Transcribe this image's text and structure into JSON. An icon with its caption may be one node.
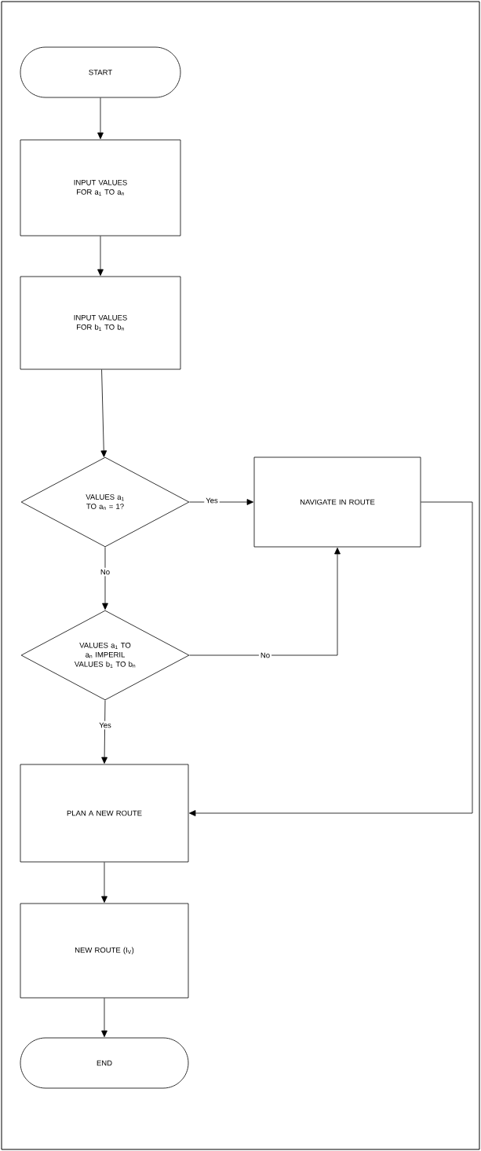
{
  "diagram": {
    "nodes": [
      {
        "text": [
          "START"
        ]
      },
      {
        "text": [
          "INPUT VALUES FOR a$_{1}$ TO a$_{n}$"
        ]
      },
      {
        "text": [
          "INPUT VALUES FOR b$_{1}$ TO b$_{n}$"
        ]
      },
      {
        "text": [
          "VALUES a$_{1}$ TO a$_{n}$ = 1?"
        ]
      },
      {
        "text": [
          "NAVIGATE IN ROUTE"
        ]
      },
      {
        "text": [
          "VALUES a$_{1}$ TO a$_{n}$ IMPERIL VALUES b$_{1}$ TO b$_{n}$"
        ]
      },
      {
        "text": [
          "PLAN A NEW ROUTE"
        ]
      },
      {
        "text": [
          "NEW ROUTE (I$_{V}$)"
        ]
      },
      {
        "text": [
          "END"
        ]
      }
    ],
    "edges": [
      {
        "from": 0,
        "to": 1,
        "arrow": "to"
      },
      {
        "from": 1,
        "to": 2,
        "arrow": "to"
      },
      {
        "from": 2,
        "to": 3,
        "arrow": "to"
      },
      {
        "from": 3,
        "to": 4,
        "arrow": "to",
        "label": "Yes"
      },
      {
        "from": 3,
        "to": 5,
        "arrow": "to",
        "label": "No"
      },
      {
        "from": 5,
        "to": 4,
        "arrow": "to",
        "label": "No"
      },
      {
        "from": 5,
        "to": 6,
        "arrow": "to",
        "label": "Yes"
      },
      {
        "from": 4,
        "to": 6,
        "arrow": "to"
      },
      {
        "from": 6,
        "to": 7,
        "arrow": "to"
      },
      {
        "from": 7,
        "to": 8,
        "arrow": "to"
      }
    ]
  }
}
